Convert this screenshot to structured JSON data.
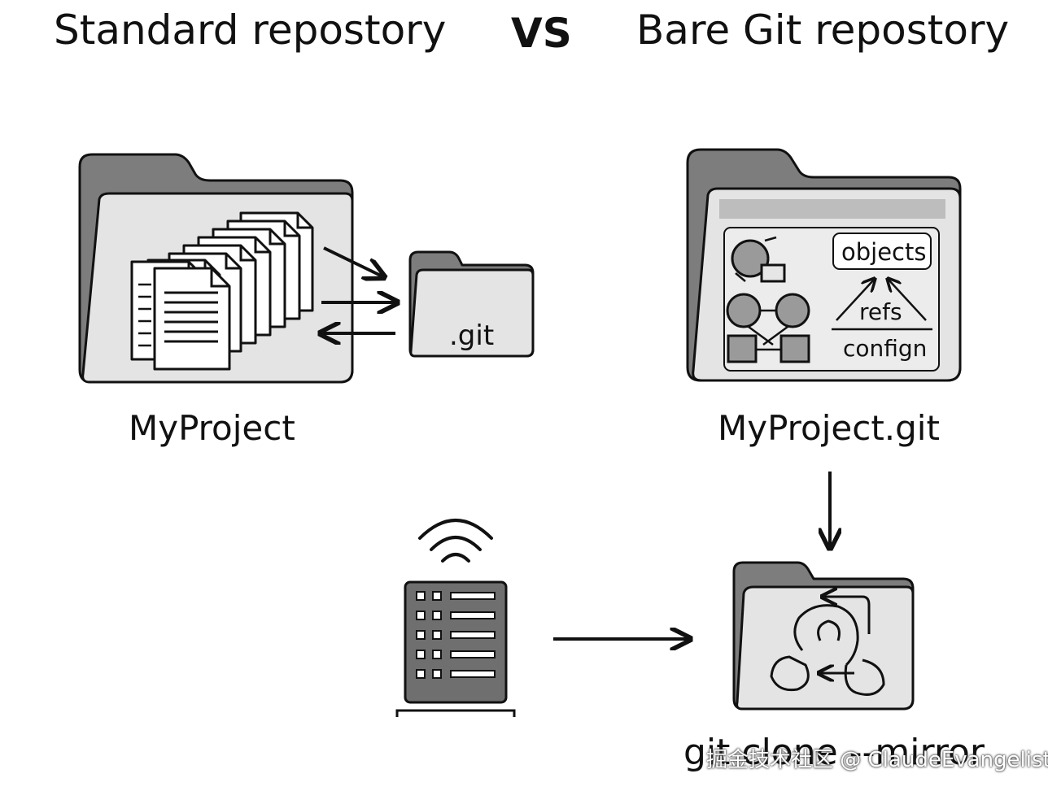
{
  "titles": {
    "left": "Standard repostory",
    "vs": "VS",
    "right": "Bare Git repostory"
  },
  "labels": {
    "standard_folder": "MyProject",
    "git_subfolder": ".git",
    "bare_folder": "MyProject.git",
    "bare_objects": "objects",
    "bare_refs": "refs",
    "bare_config": "confign",
    "mirror_command": "git clone --mirror"
  },
  "watermark": "掘金技术社区 @ ClaudeEvangelist",
  "icons": [
    "folder-icon",
    "document-stack-icon",
    "arrow-icon",
    "server-icon",
    "wifi-signal-icon",
    "sync-cycle-icon"
  ]
}
